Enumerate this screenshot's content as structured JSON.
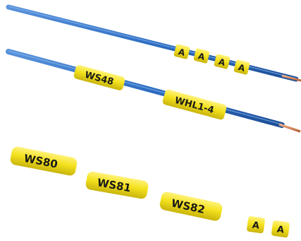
{
  "colors": {
    "wire_blue": "#2f6fc4",
    "marker_yellow": "#f4e21e",
    "copper": "#d98555",
    "ink": "#1a1a1a"
  },
  "wires": [
    {
      "name": "upper wire",
      "markers": [
        {
          "text": "A"
        },
        {
          "text": "A"
        },
        {
          "text": "A"
        },
        {
          "text": "A"
        }
      ]
    },
    {
      "name": "lower wire",
      "markers": [
        {
          "text": "WS48"
        },
        {
          "text": "WHL1-4"
        }
      ]
    }
  ],
  "loose_markers": [
    {
      "text": "WS80"
    },
    {
      "text": "WS81"
    },
    {
      "text": "WS82"
    },
    {
      "text": "A"
    },
    {
      "text": "A"
    }
  ]
}
